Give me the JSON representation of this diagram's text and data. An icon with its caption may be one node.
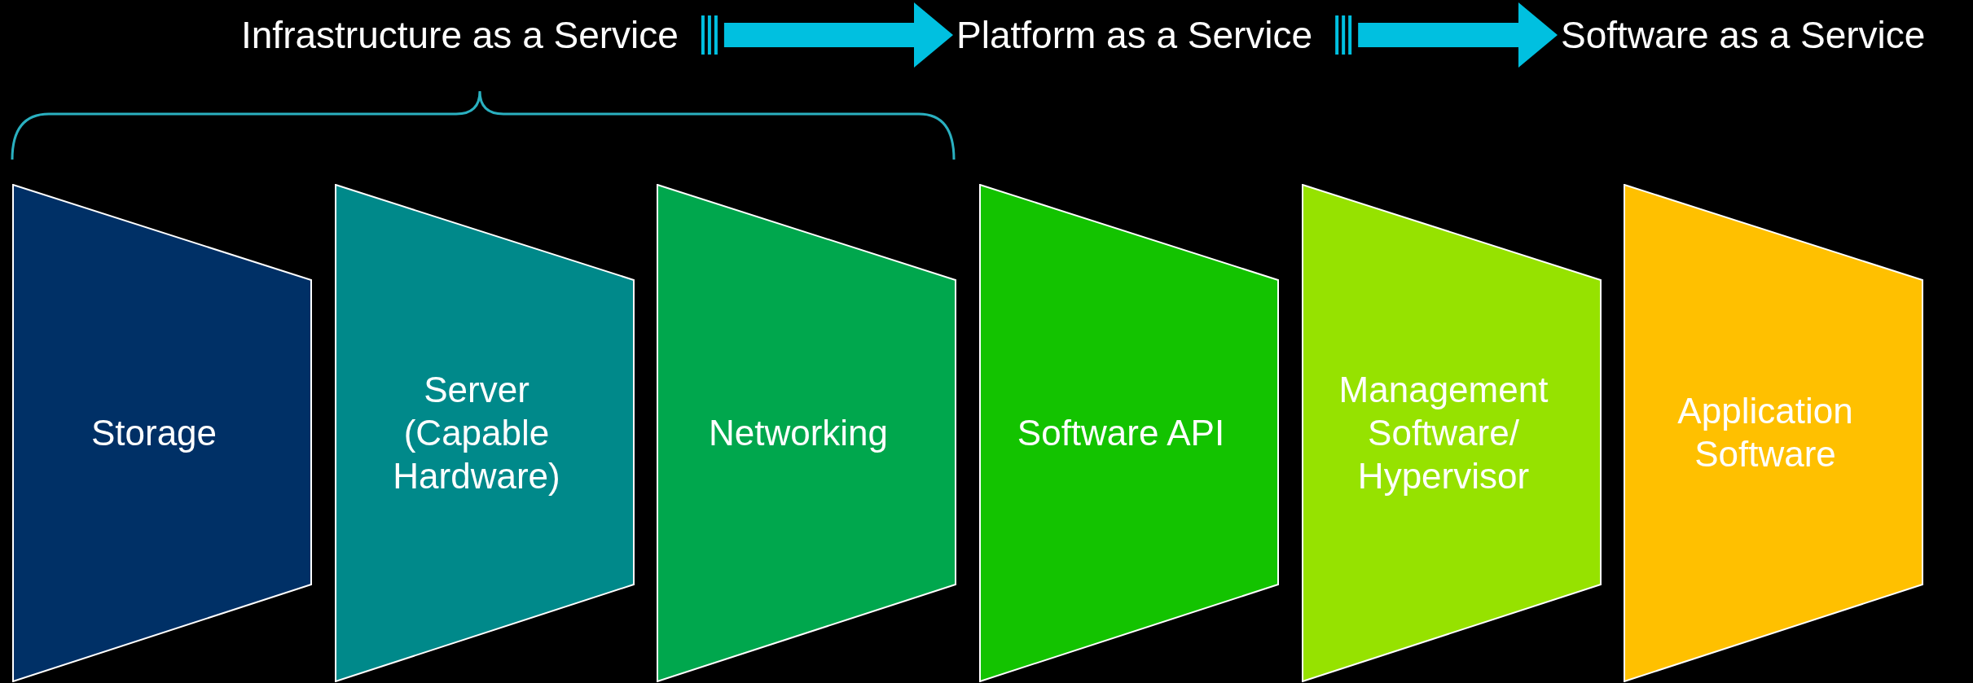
{
  "diagram": {
    "nodes": [
      {
        "text": [
          "Infrastructure as a Service"
        ]
      },
      {
        "text": [
          "Platform as a Service"
        ]
      },
      {
        "text": [
          "Software as a Service"
        ]
      },
      {
        "text": [
          "Storage"
        ]
      },
      {
        "text": [
          "Server (Capable Hardware)"
        ]
      },
      {
        "text": [
          "Networking"
        ]
      },
      {
        "text": [
          "Software API"
        ]
      },
      {
        "text": [
          "Management Software/ Hypervisor"
        ]
      },
      {
        "text": [
          "Application Software"
        ]
      }
    ],
    "edges": [
      {
        "from": 0,
        "to": 1,
        "arrow": "to"
      },
      {
        "from": 1,
        "to": 2,
        "arrow": "to"
      }
    ]
  }
}
